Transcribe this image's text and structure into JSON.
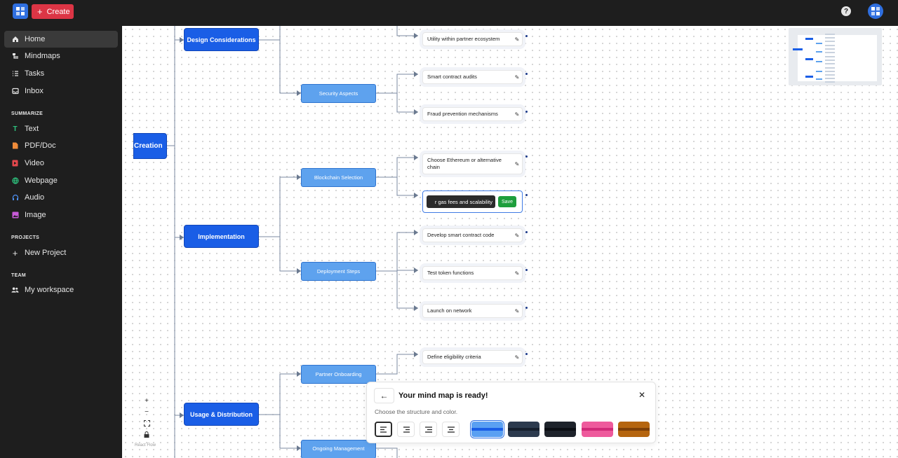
{
  "topbar": {
    "create_label": "Create",
    "help_label": "?"
  },
  "sidebar": {
    "nav": [
      {
        "label": "Home",
        "icon": "home-icon"
      },
      {
        "label": "Mindmaps",
        "icon": "mindmap-icon"
      },
      {
        "label": "Tasks",
        "icon": "tasks-icon"
      },
      {
        "label": "Inbox",
        "icon": "inbox-icon"
      }
    ],
    "summarize_label": "SUMMARIZE",
    "summarize": [
      {
        "label": "Text",
        "icon": "text-icon",
        "color": "#2ec27e"
      },
      {
        "label": "PDF/Doc",
        "icon": "pdf-icon",
        "color": "#f08c3a"
      },
      {
        "label": "Video",
        "icon": "video-icon",
        "color": "#e5484d"
      },
      {
        "label": "Webpage",
        "icon": "globe-icon",
        "color": "#2ec27e"
      },
      {
        "label": "Audio",
        "icon": "headphones-icon",
        "color": "#4d8ef0"
      },
      {
        "label": "Image",
        "icon": "image-icon",
        "color": "#c85ad8"
      }
    ],
    "projects_label": "PROJECTS",
    "new_project_label": "New Project",
    "team_label": "TEAM",
    "workspace_label": "My workspace"
  },
  "mindmap": {
    "root_label": "Creation",
    "primary": [
      "Design Considerations",
      "Implementation",
      "Usage & Distribution"
    ],
    "secondary": [
      "Security Aspects",
      "Blockchain Selection",
      "Deployment Steps",
      "Partner Onboarding",
      "Ongoing Management"
    ],
    "leaves": [
      "Utility within partner ecosystem",
      "Smart contract audits",
      "Fraud prevention mechanisms",
      "Choose Ethereum or alternative chain",
      "Develop smart contract code",
      "Test token functions",
      "Launch on network",
      "Define eligibility criteria"
    ],
    "editing_value": "r gas fees and scalability",
    "save_label": "Save",
    "react_flow_label": "React Flow"
  },
  "panel": {
    "title": "Your mind map is ready!",
    "subtitle": "Choose the structure and color.",
    "swatches": [
      {
        "bg": "#5aa0f2",
        "bar": "#1a5ee6"
      },
      {
        "bg": "#2c3a4e",
        "bar": "#151e2c"
      },
      {
        "bg": "#1e232b",
        "bar": "#0b0e13"
      },
      {
        "bg": "#ee5a9c",
        "bar": "#d12a78"
      },
      {
        "bg": "#b5650f",
        "bar": "#7d3f06"
      }
    ]
  },
  "colors": {
    "accent": "#1a5ee6",
    "create": "#dc3545",
    "save": "#1e9e3c"
  }
}
